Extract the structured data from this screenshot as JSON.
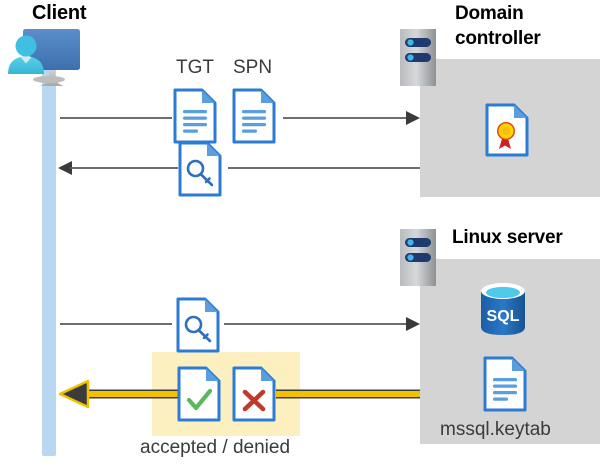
{
  "diagram": {
    "title_client": "Client",
    "title_domain_controller_line1": "Domain",
    "title_domain_controller_line2": "controller",
    "title_linux_server": "Linux server",
    "label_tgt": "TGT",
    "label_spn": "SPN",
    "label_accepted_denied": "accepted / denied",
    "label_keytab": "mssql.keytab",
    "label_sql": "SQL"
  },
  "colors": {
    "panel_gray": "#d4d4d4",
    "highlight_yellow": "#fcf0c0",
    "arrow_yellow": "#f2c200",
    "lifeline_blue": "#b9d7f2",
    "doc_blue": "#2c7bd4",
    "doc_blue_dark": "#1b68bd",
    "monitor_blue": "#4a7ebb",
    "person_cyan": "#4cc3e0",
    "sql_blue": "#1f63a8",
    "check_green": "#5cb85c",
    "cross_red": "#c0392b",
    "seal_yellow": "#ffd400",
    "seal_red": "#cc2222",
    "arrow_gray": "#595959",
    "server_gray_light": "#cfcfcf",
    "server_gray_dark": "#8f9295",
    "server_led_navy": "#1f3a6e",
    "server_led_cyan": "#3fb7e8",
    "text_dark": "#000000",
    "text_body": "#3b3b3b"
  },
  "icons": {
    "client": "client-workstation-icon",
    "tgt_doc": "document-lines-icon",
    "spn_doc": "document-lines-icon",
    "key_doc_1": "document-key-icon",
    "key_doc_2": "document-key-icon",
    "cert_doc": "document-certificate-icon",
    "accepted_doc": "document-check-icon",
    "denied_doc": "document-cross-icon",
    "keytab_doc": "document-lines-icon",
    "sql_db": "sql-database-icon",
    "server_dc": "server-rack-icon",
    "server_linux": "server-rack-icon"
  },
  "flows": [
    {
      "id": "flow-1",
      "direction": "right",
      "style": "solid-gray",
      "from": "client",
      "to": "domain-controller"
    },
    {
      "id": "flow-2",
      "direction": "left",
      "style": "solid-gray",
      "from": "domain-controller",
      "to": "client"
    },
    {
      "id": "flow-3",
      "direction": "right",
      "style": "solid-gray",
      "from": "client",
      "to": "linux-server"
    },
    {
      "id": "flow-4",
      "direction": "left",
      "style": "thick-yellow",
      "from": "linux-server",
      "to": "client"
    }
  ]
}
